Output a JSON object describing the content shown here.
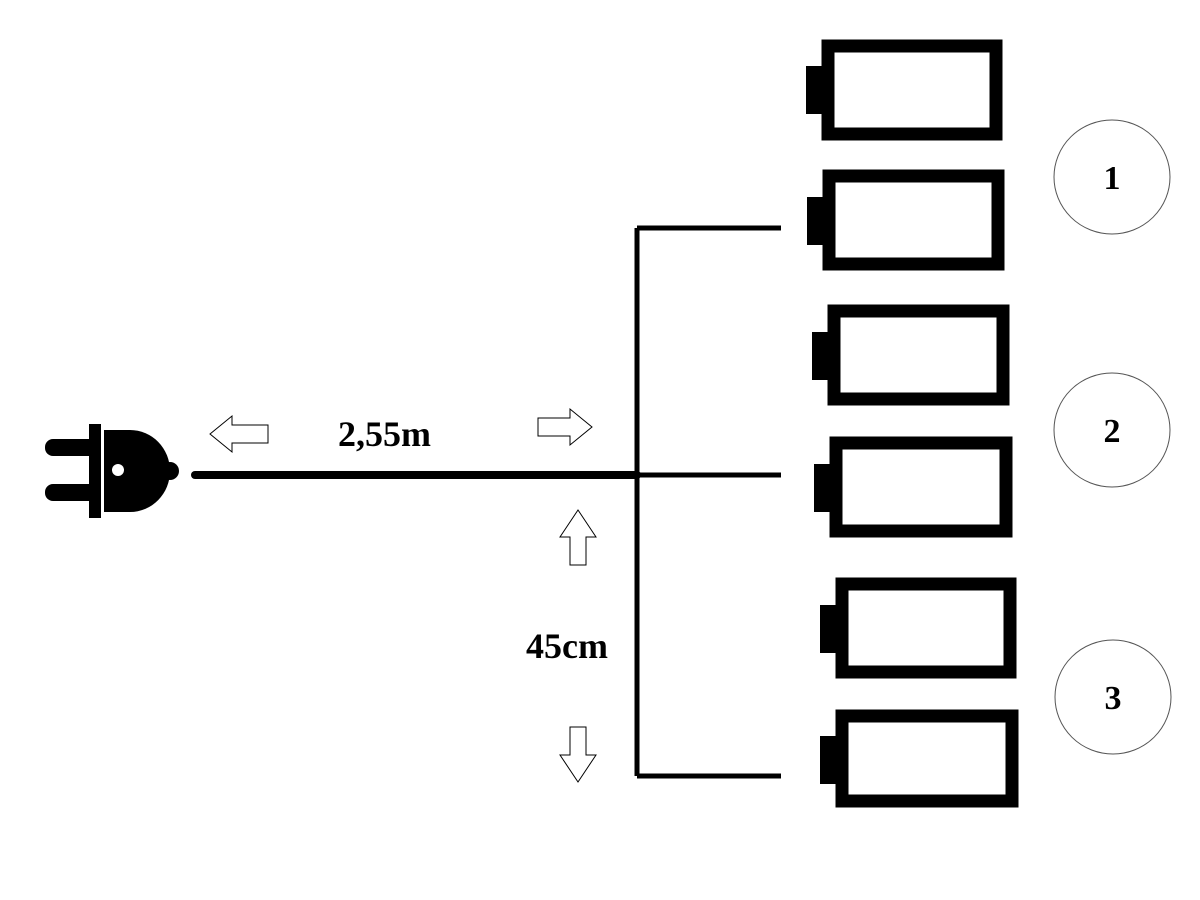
{
  "diagram": {
    "cable_length_label": "2,55m",
    "branch_spacing_label": "45cm",
    "groups": [
      {
        "number": "1"
      },
      {
        "number": "2"
      },
      {
        "number": "3"
      }
    ],
    "colors": {
      "stroke": "#000000",
      "background": "#ffffff"
    }
  }
}
